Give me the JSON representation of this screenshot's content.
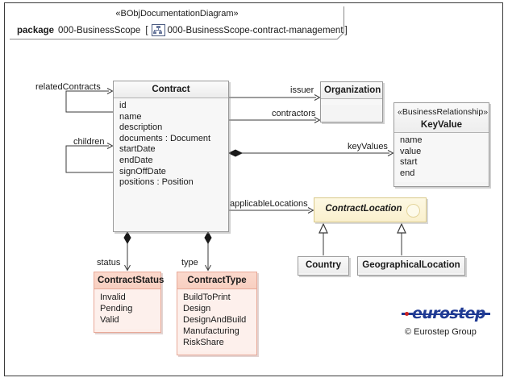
{
  "package": {
    "stereotype": "«BObjDocumentationDiagram»",
    "keyword": "package",
    "name": "000-BusinessScope",
    "bracket_open": "[",
    "diagram_icon": "hierarchy-icon",
    "diagram_name": "000-BusinessScope-contract-management",
    "bracket_close": "]"
  },
  "classes": {
    "contract": {
      "name": "Contract",
      "attributes": [
        "id",
        "name",
        "description",
        "documents : Document",
        "startDate",
        "endDate",
        "signOffDate",
        "positions : Position"
      ]
    },
    "organization": {
      "name": "Organization",
      "attributes": []
    },
    "keyvalue": {
      "stereotype": "«BusinessRelationship»",
      "name": "KeyValue",
      "attributes": [
        "name",
        "value",
        "start",
        "end"
      ]
    },
    "contractlocation": {
      "name": "ContractLocation",
      "abstract": true,
      "attributes": []
    },
    "country": {
      "name": "Country",
      "attributes": []
    },
    "geographicallocation": {
      "name": "GeographicalLocation",
      "attributes": []
    }
  },
  "enumerations": {
    "contractstatus": {
      "name": "ContractStatus",
      "literals": [
        "Invalid",
        "Pending",
        "Valid"
      ]
    },
    "contracttype": {
      "name": "ContractType",
      "literals": [
        "BuildToPrint",
        "Design",
        "DesignAndBuild",
        "Manufacturing",
        "RiskShare"
      ]
    }
  },
  "edges": {
    "related_contracts": "relatedContracts",
    "children": "children",
    "issuer": "issuer",
    "contractors": "contractors",
    "key_values": "keyValues",
    "applicable_locations": "applicableLocations",
    "status": "status",
    "type": "type"
  },
  "branding": {
    "wordmark": "eurostep",
    "copyright": "© Eurostep Group"
  },
  "colors": {
    "class_fill": "#f4f4f4",
    "class_border": "#9a9a9a",
    "enum_fill": "#fdeee9",
    "enum_header": "#f8cfc0",
    "enum_border": "#e8a998",
    "abstract_fill": "#faf0cd",
    "abstract_border": "#d9c98a",
    "logo_blue": "#1f3a93",
    "logo_red": "#cc2222",
    "canvas": "#ffffff"
  }
}
